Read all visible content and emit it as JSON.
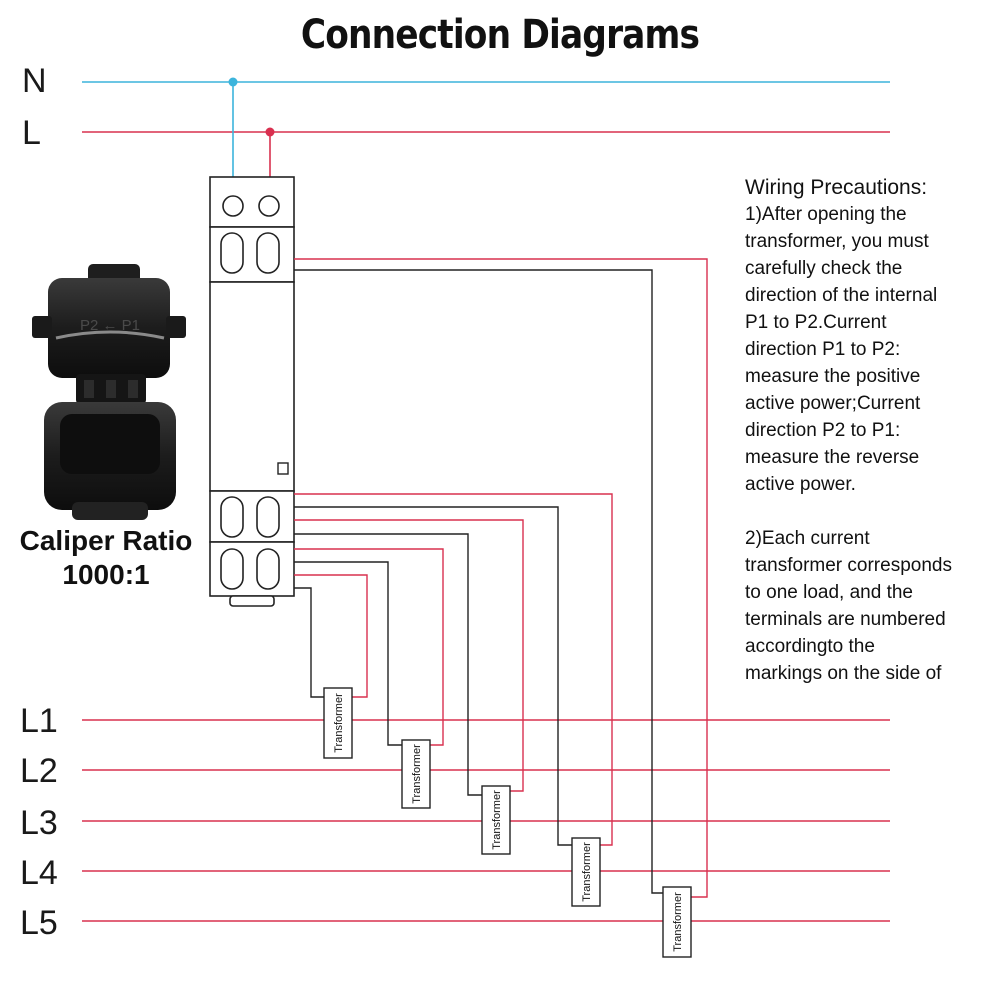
{
  "title": "Connection Diagrams",
  "bus_labels": {
    "neutral": "N",
    "line": "L",
    "loads": [
      "L1",
      "L2",
      "L3",
      "L4",
      "L5"
    ]
  },
  "transformer_label": "Transformer",
  "clamp_markings": "P2 ← P1",
  "caliper": {
    "label": "Caliper Ratio",
    "ratio": "1000:1"
  },
  "precautions": {
    "heading": "Wiring Precautions:",
    "item1_lines": [
      "1)After opening the",
      "transformer, you must",
      "carefully check the",
      "direction of the internal",
      "P1 to P2.Current",
      "direction P1 to P2:",
      "measure the positive",
      "active power;Current",
      "direction P2 to P1:",
      "measure the reverse",
      "active power."
    ],
    "item2_lines": [
      "2)Each current",
      "transformer corresponds",
      "to one load, and the",
      "terminals are numbered",
      "accordingto the",
      "markings on the side of"
    ]
  },
  "colors": {
    "neutral": "#3cb4dc",
    "line": "#d9304f",
    "return": "#222222"
  }
}
